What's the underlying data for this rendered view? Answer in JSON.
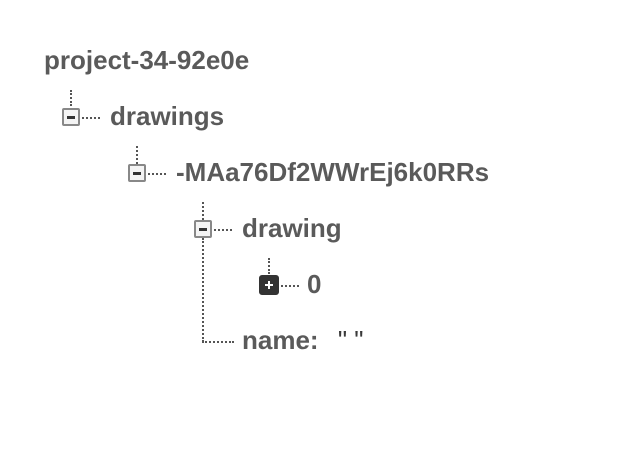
{
  "tree": {
    "root": {
      "label": "project-34-92e0e"
    },
    "drawings": {
      "label": "drawings"
    },
    "entry": {
      "label": "-MAa76Df2WWrEj6k0RRs"
    },
    "drawing": {
      "label": "drawing"
    },
    "zero": {
      "label": "0"
    },
    "name": {
      "key": "name:",
      "value": "\" \""
    }
  },
  "icons": {
    "expanded": "minus-box-icon",
    "collapsed": "plus-box-icon"
  },
  "colors": {
    "text": "#5a5a5a",
    "connector": "#555555",
    "toggle_collapsed": "#333333"
  }
}
